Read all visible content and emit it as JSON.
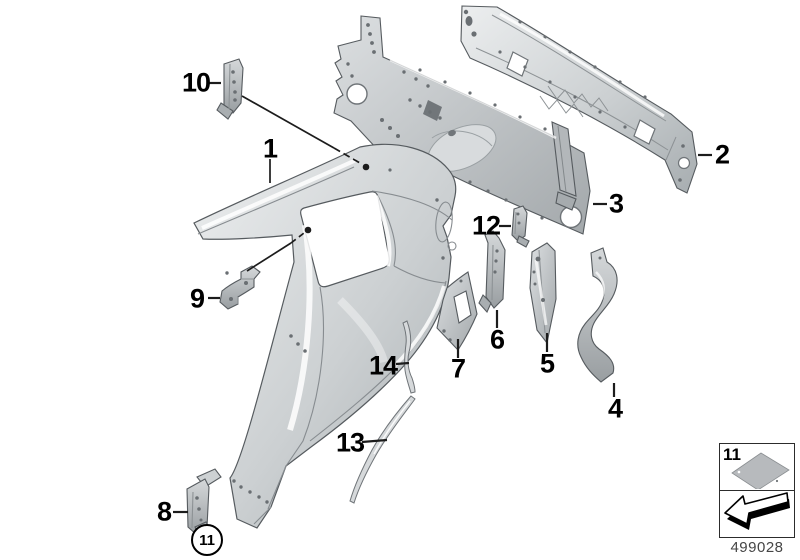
{
  "diagram": {
    "part_number": "499028",
    "callouts": [
      "1",
      "2",
      "3",
      "4",
      "5",
      "6",
      "7",
      "8",
      "9",
      "10",
      "12",
      "13",
      "14"
    ],
    "circled_callout": "11",
    "legend": {
      "label": "11"
    },
    "icons": {
      "legend_sheet": "adhesive-sheet-icon",
      "legend_arrow": "direction-of-travel-arrow-icon"
    },
    "colors": {
      "background": "#ffffff",
      "callout_text": "#000000",
      "leader_line": "#1c1c1c",
      "metal_light": "#e9ebec",
      "metal_mid": "#c8cccf",
      "metal_shadow": "#9aa0a3",
      "outline": "#565b5f",
      "part_number_text": "#454545"
    }
  }
}
